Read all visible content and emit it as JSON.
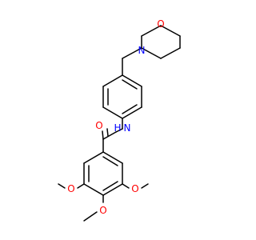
{
  "molecule": {
    "colors": {
      "bond": "#000000",
      "oxygen": "#ff0000",
      "nitrogen": "#0000ff"
    },
    "labels": {
      "morpholine_oxygen": "O",
      "morpholine_nitrogen": "N",
      "amide_nitrogen_h": "H",
      "amide_nitrogen": "N",
      "carbonyl_oxygen": "O",
      "methoxy_left_oxygen": "O",
      "methoxy_right_oxygen": "O",
      "methoxy_bottom_oxygen": "O"
    }
  }
}
